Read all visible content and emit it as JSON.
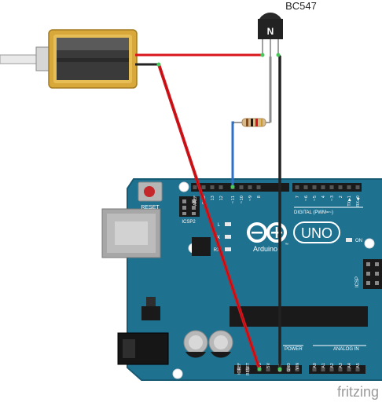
{
  "diagram": {
    "transistor_label": "BC547",
    "transistor_marking": "N",
    "reset_label": "RESET",
    "icsp2_label": "ICSP2",
    "icsp_label": "ICSP",
    "brand_text": "Arduino",
    "trademark": "™",
    "model_text": "UNO",
    "on_label": "ON",
    "led_labels": [
      "L",
      "TX",
      "RX"
    ],
    "digital_header_label": "DIGITAL (PWM=~)",
    "digital_pins": [
      "AREF",
      "GND",
      "13",
      "12",
      "~11",
      "~10",
      "~9",
      "8",
      "7",
      "~6",
      "~5",
      "4",
      "~3",
      "2",
      "TX▶1",
      "RX◀0"
    ],
    "power_header_label": "POWER",
    "power_pins": [
      "IOREF",
      "RESET",
      "3V3",
      "5V",
      "GND",
      "GND",
      "VIN"
    ],
    "analog_header_label": "ANALOG IN",
    "analog_pins": [
      "A0",
      "A1",
      "A2",
      "A3",
      "A4",
      "A5"
    ],
    "watermark": "fritzing",
    "colors": {
      "board": "#1f7190",
      "board_dark": "#165a74",
      "wire_red": "#d8161c",
      "wire_blue": "#2d72c6",
      "wire_black": "#222222",
      "wire_grey": "#8c8c8c",
      "solenoid_gold": "#d8a83a"
    }
  }
}
